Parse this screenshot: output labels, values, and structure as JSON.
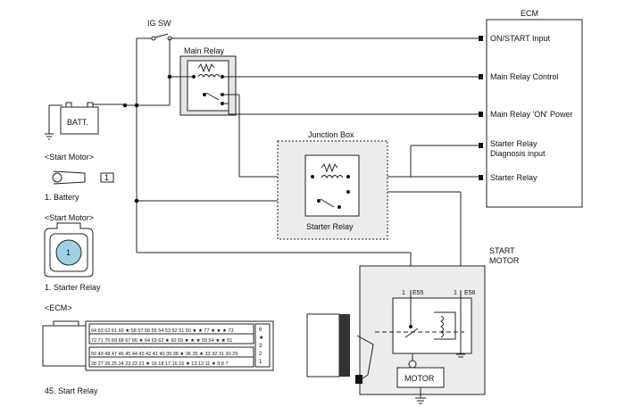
{
  "labels": {
    "ig_sw": "IG SW",
    "ecm": "ECM",
    "main_relay": "Main Relay",
    "batt": "BATT.",
    "junction_box": "Junction Box",
    "starter_relay": "Starter Relay",
    "start_motor": "START",
    "start_motor2": "MOTOR",
    "motor": "MOTOR",
    "e55": "E55",
    "e56": "E56",
    "pin1a": "1",
    "pin1b": "1"
  },
  "ecm_pins": [
    {
      "label": "ON/START Input"
    },
    {
      "label": "Main Relay Control"
    },
    {
      "label": "Main Relay 'ON' Power"
    },
    {
      "label": "Starter Relay"
    },
    {
      "label": "Diagnosis input"
    },
    {
      "label": "Starter Relay"
    }
  ],
  "connectors": [
    {
      "header": "<Start Motor>",
      "caption": "1. Battery",
      "pin": "1"
    },
    {
      "header": "<Start Motor>",
      "caption": "1. Starter Relay",
      "pin": "1"
    },
    {
      "header": "<ECM>",
      "caption": "45. Start Relay"
    }
  ],
  "ecm_connector": {
    "row1": "64 63 62 61 60 ★ 58 57 56 55 54 53 52 51 50 ★ ★ 77 ★ ★ ★ 73",
    "row2": "72 71 70 69 68 67 66 ★ 64 63 62 ★ 60 59 ★ ★ ★ 55 54 ★ ★ 51",
    "row3": "50 49 48 47 46 45 44 43 42 41 40 39 38 ★ 36 35 ★ 33 32 31 30 29",
    "row4": "28 27 26 25 24 23 22 21 ★ 19 18 17 16 15 ★ 13 12 11 ★ 9 8 7",
    "side": [
      "6",
      "★",
      "3",
      "2",
      "1"
    ]
  }
}
